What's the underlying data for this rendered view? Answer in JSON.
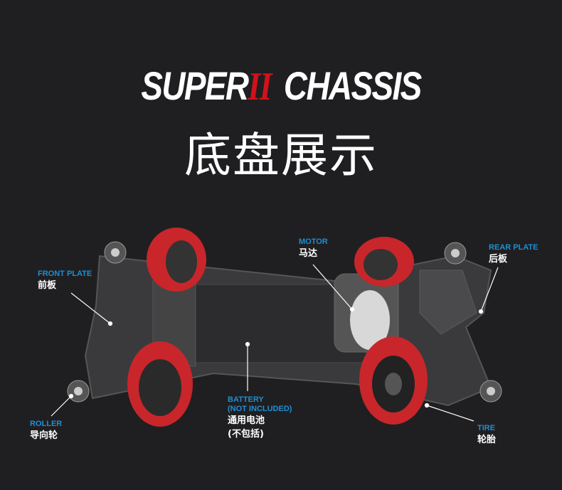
{
  "header": {
    "title_prefix": "SUPER",
    "title_roman": "II",
    "title_suffix": "CHASSIS",
    "subtitle": "底盘展示"
  },
  "labels": {
    "front_plate": {
      "en": "FRONT PLATE",
      "cn": "前板"
    },
    "roller": {
      "en": "ROLLER",
      "cn": "导向轮"
    },
    "battery": {
      "en": "BATTERY",
      "en2": "(NOT INCLUDED)",
      "cn": "通用电池",
      "cn2": "(不包括)"
    },
    "motor": {
      "en": "MOTOR",
      "cn": "马达"
    },
    "rear_plate": {
      "en": "REAR PLATE",
      "cn": "后板"
    },
    "tire": {
      "en": "TIRE",
      "cn": "轮胎"
    }
  },
  "colors": {
    "background": "#1f1f21",
    "accent_blue": "#1d8fd6",
    "accent_red": "#d0121b",
    "tire_red": "#c8262b"
  }
}
